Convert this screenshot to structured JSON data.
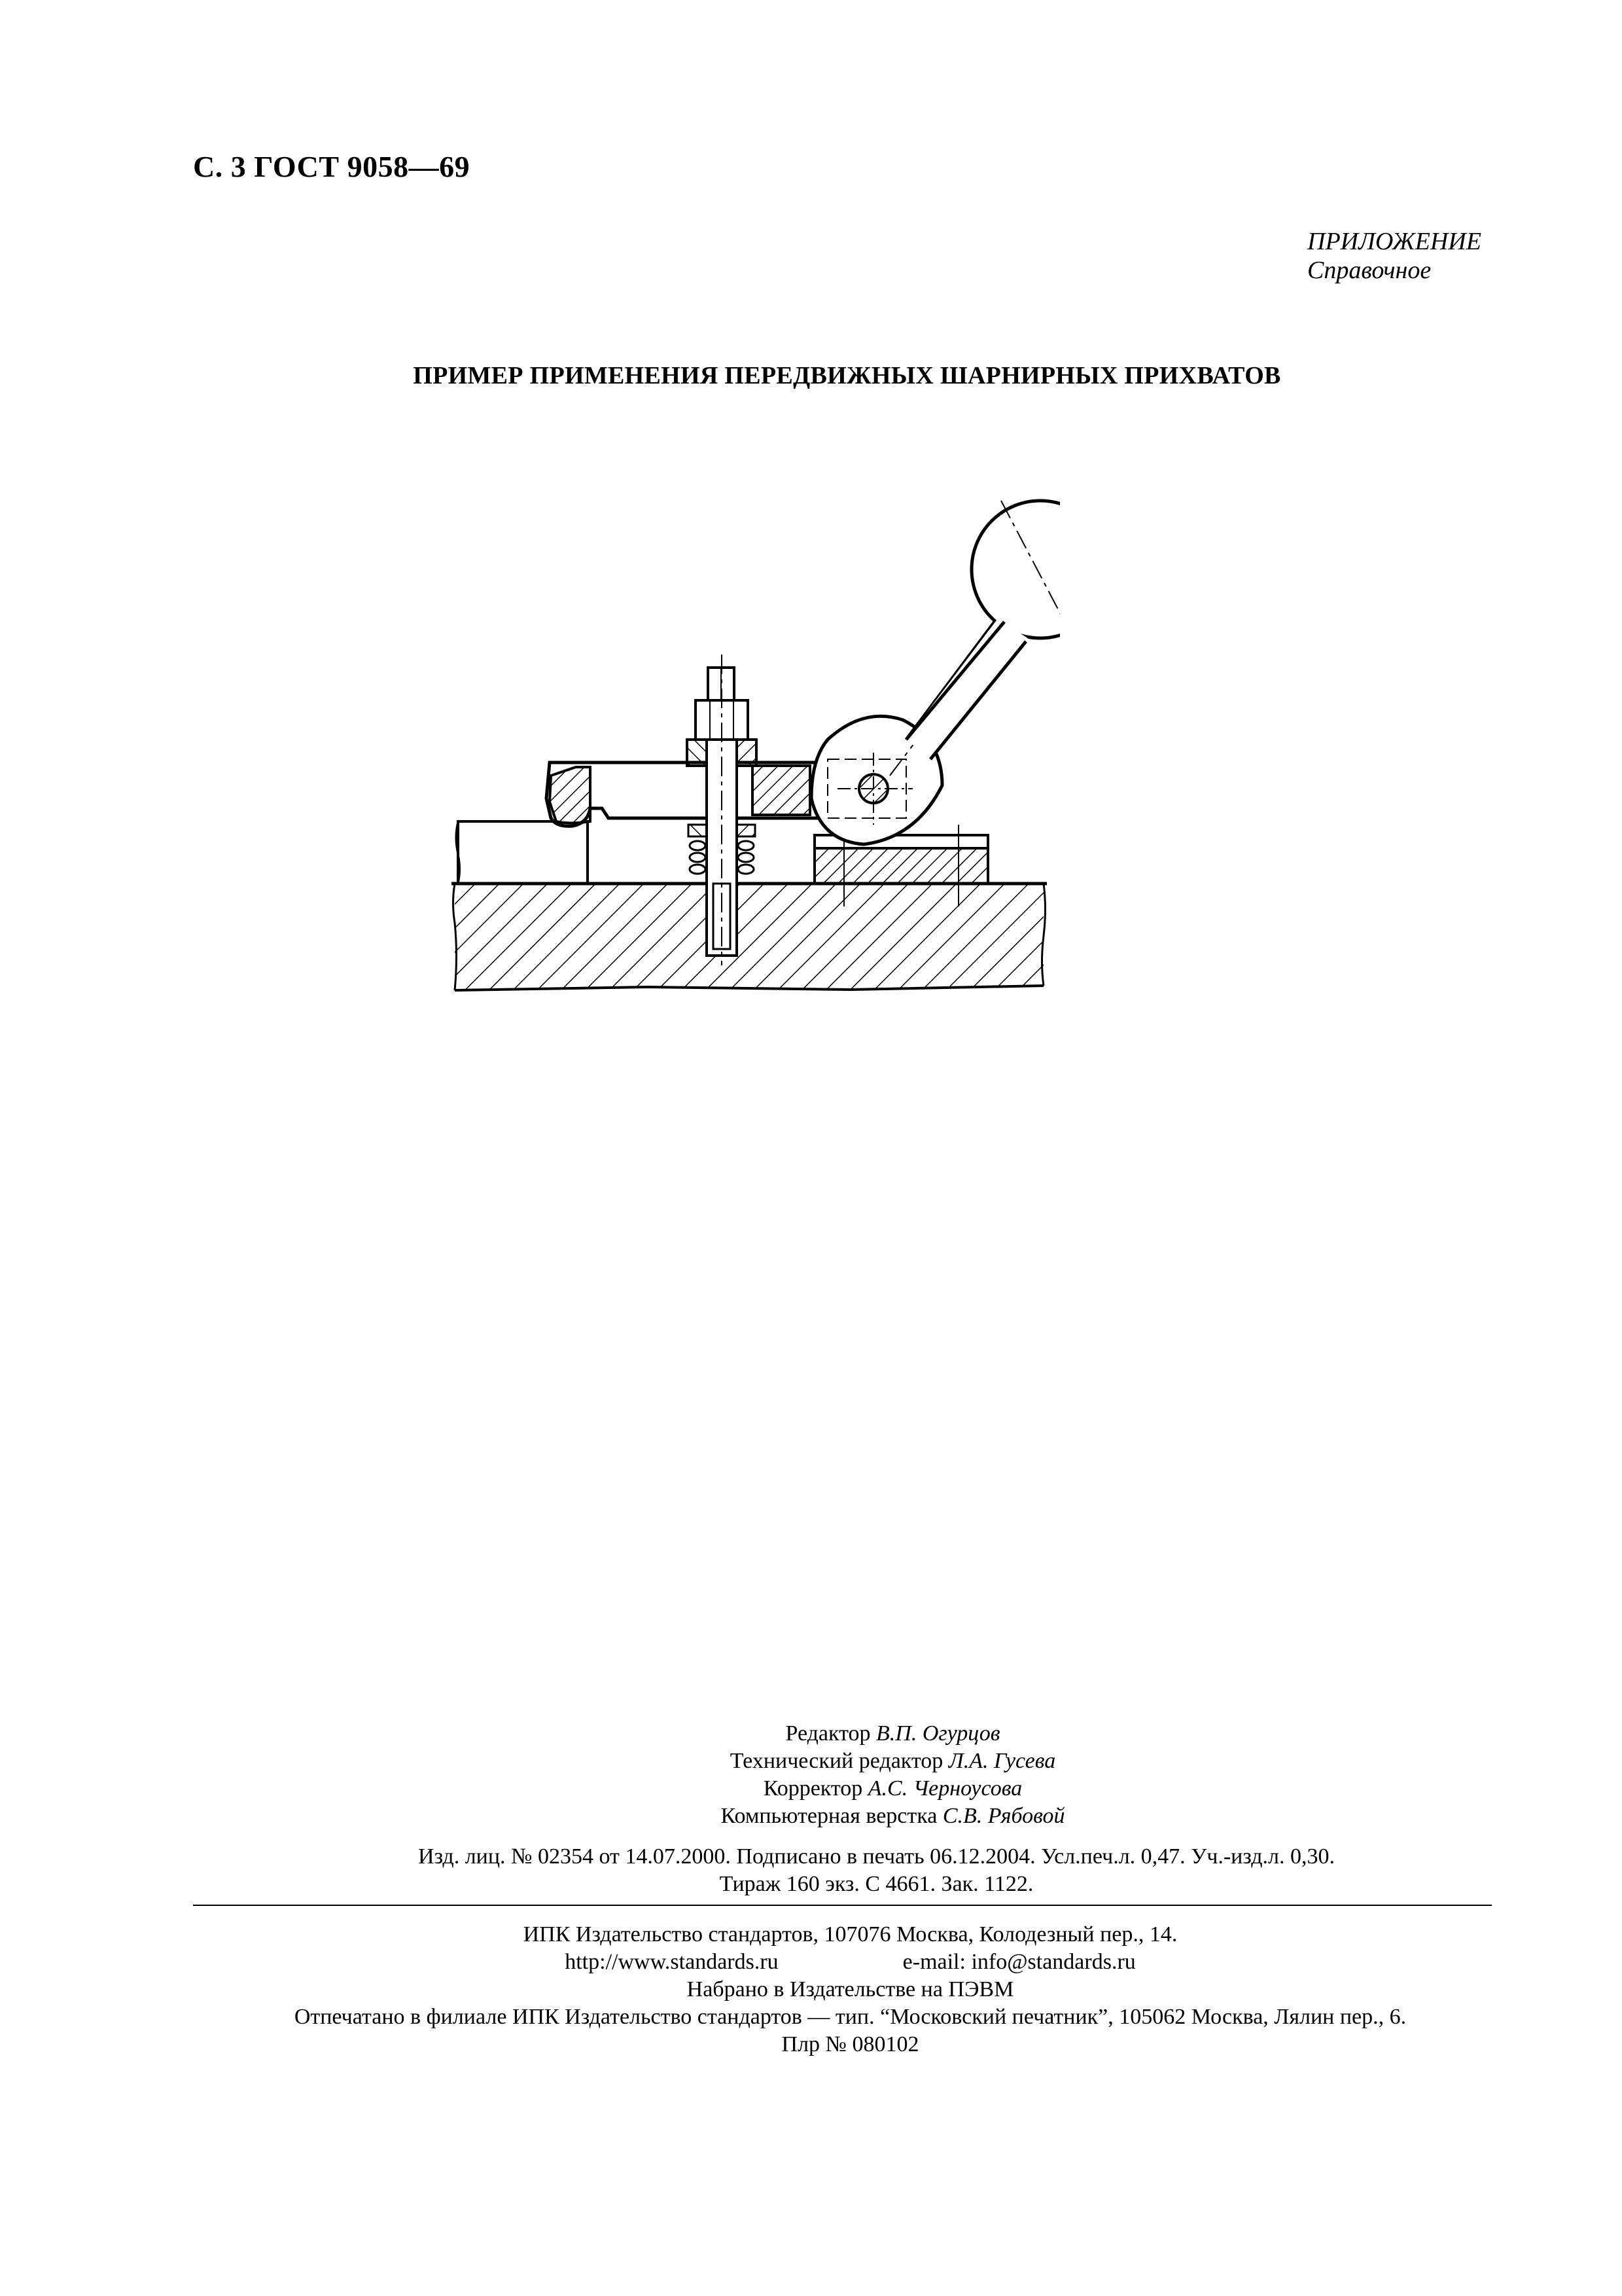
{
  "header": {
    "page_ref": "С. 3 ГОСТ 9058—69"
  },
  "appendix": {
    "label": "ПРИЛОЖЕНИЕ",
    "type": "Справочное"
  },
  "title": "ПРИМЕР ПРИМЕНЕНИЯ ПЕРЕДВИЖНЫХ ШАРНИРНЫХ ПРИХВАТОВ",
  "credits": [
    {
      "role": "Редактор",
      "name": "В.П. Огурцов"
    },
    {
      "role": "Технический редактор",
      "name": "Л.А. Гусева"
    },
    {
      "role": "Корректор",
      "name": "А.С. Черноусова"
    },
    {
      "role": "Компьютерная верстка",
      "name": "С.В. Рябовой"
    }
  ],
  "publication": {
    "line1": "Изд. лиц. № 02354 от 14.07.2000. Подписано в печать 06.12.2004. Усл.печ.л. 0,47. Уч.-изд.л. 0,30.",
    "line2": "Тираж 160 экз. С 4661. Зак. 1122."
  },
  "footer": {
    "publisher": "ИПК Издательство стандартов, 107076 Москва, Колодезный пер., 14.",
    "website": "http://www.standards.ru",
    "email": "e-mail: info@standards.ru",
    "typeset": "Набрано в Издательстве на ПЭВМ",
    "printed": "Отпечатано в филиале ИПК Издательство стандартов — тип. “Московский печатник”, 105062 Москва, Лялин пер., 6.",
    "plr": "Плр № 080102"
  }
}
